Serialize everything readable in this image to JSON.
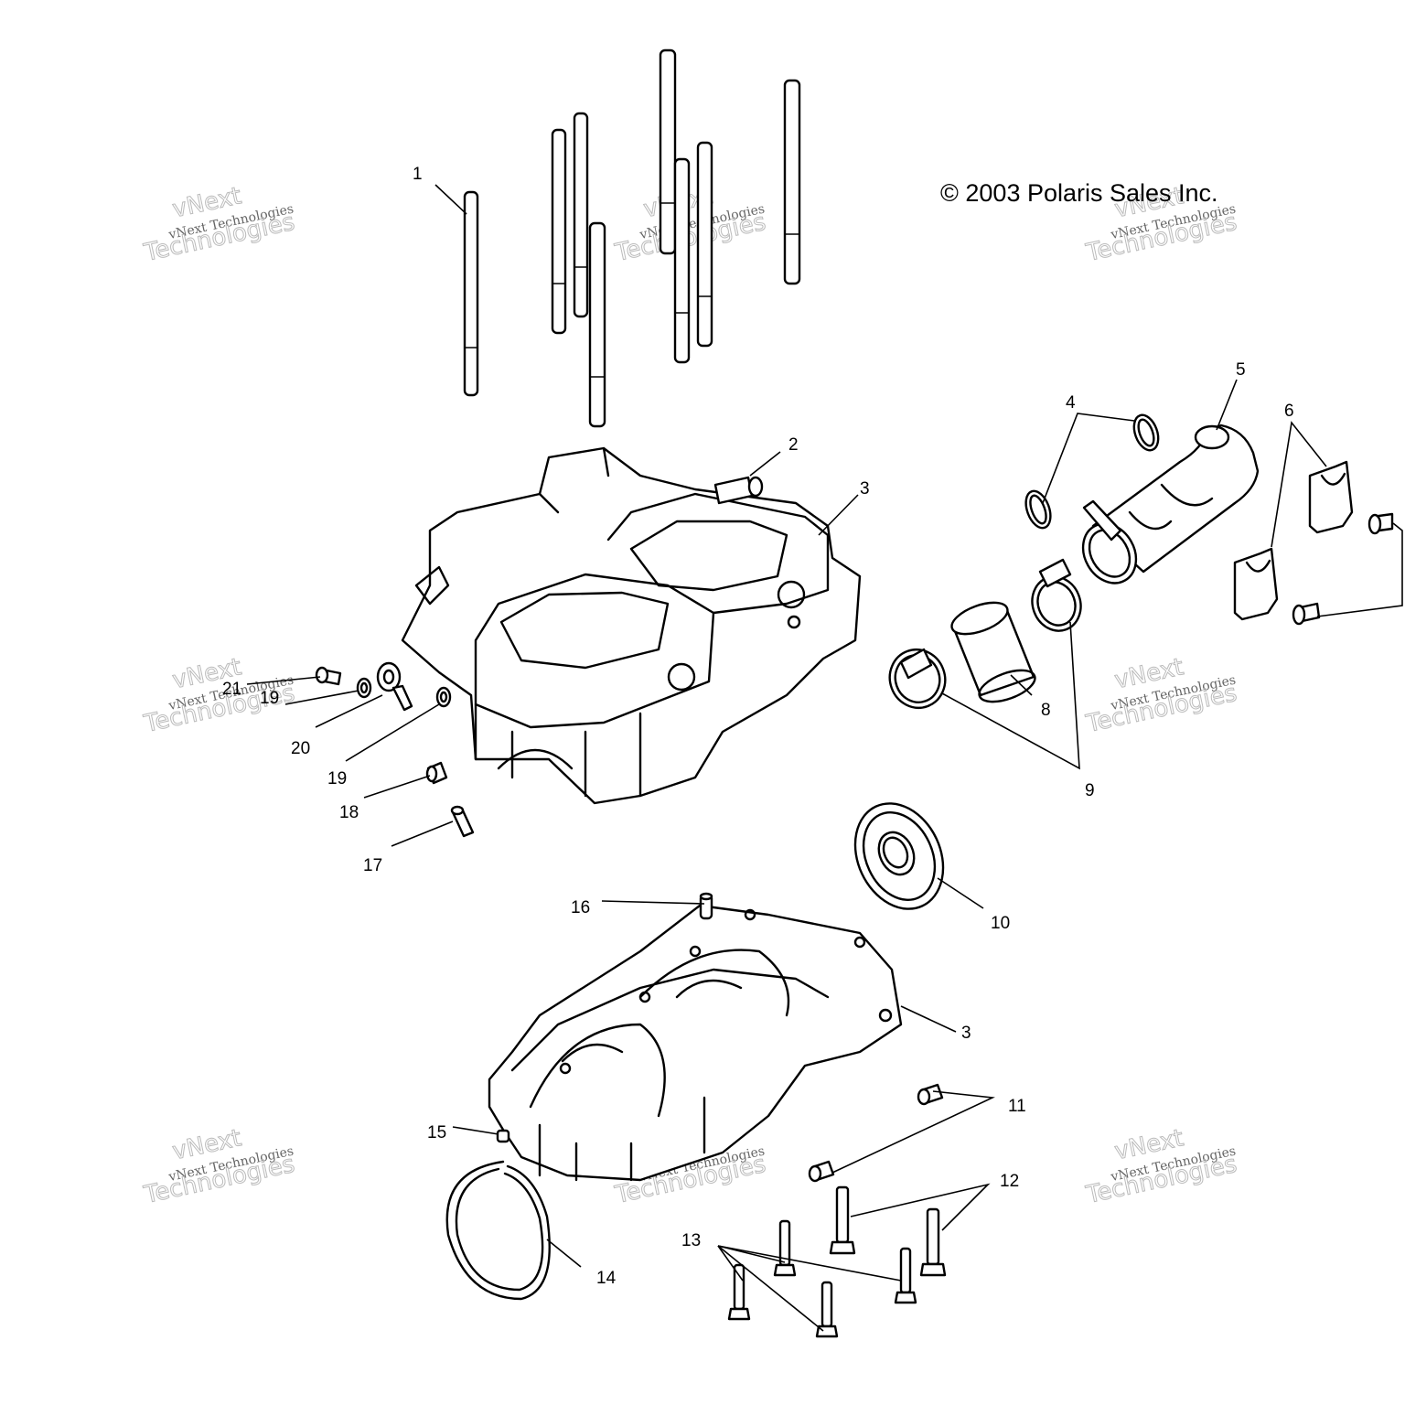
{
  "copyright": "© 2003 Polaris Sales Inc.",
  "watermark": {
    "line1": "vNext",
    "line2": "vNext Technologies",
    "line3": "Technologies"
  },
  "callouts": {
    "c1": "1",
    "c2": "2",
    "c3a": "3",
    "c3b": "3",
    "c4": "4",
    "c5": "5",
    "c6": "6",
    "c8": "8",
    "c9": "9",
    "c10": "10",
    "c11": "11",
    "c12": "12",
    "c13": "13",
    "c14": "14",
    "c15": "15",
    "c16": "16",
    "c17": "17",
    "c18": "18",
    "c19a": "19",
    "c19b": "19",
    "c20": "20",
    "c21": "21"
  }
}
